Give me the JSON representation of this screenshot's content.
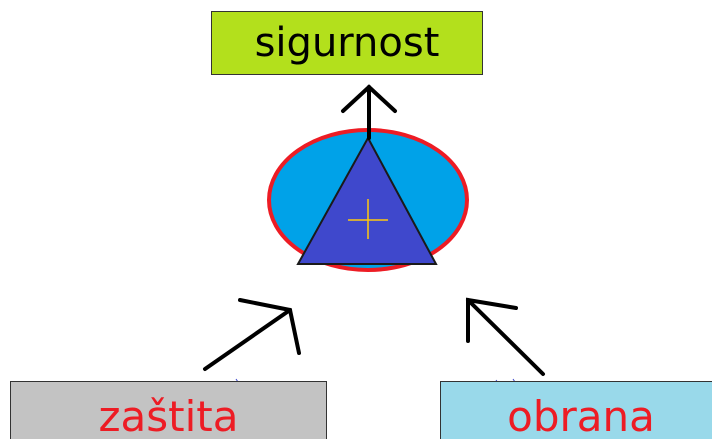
{
  "boxes": {
    "top_label": "sigurnost",
    "left_label": "zaštita",
    "right_label": "obrana"
  },
  "center_symbol": "+",
  "colors": {
    "top_box_fill": "#b3e01c",
    "left_box_fill": "#c3c3c3",
    "right_box_fill": "#99d9ea",
    "ellipse_fill": "#00a2e8",
    "ellipse_border": "#ed1c24",
    "triangle_fill": "#3f48cc",
    "plus_color": "#ffc90e",
    "left_text_color": "#ed1c24",
    "right_text_color": "#ed1c24",
    "arrow_color": "#000000"
  }
}
